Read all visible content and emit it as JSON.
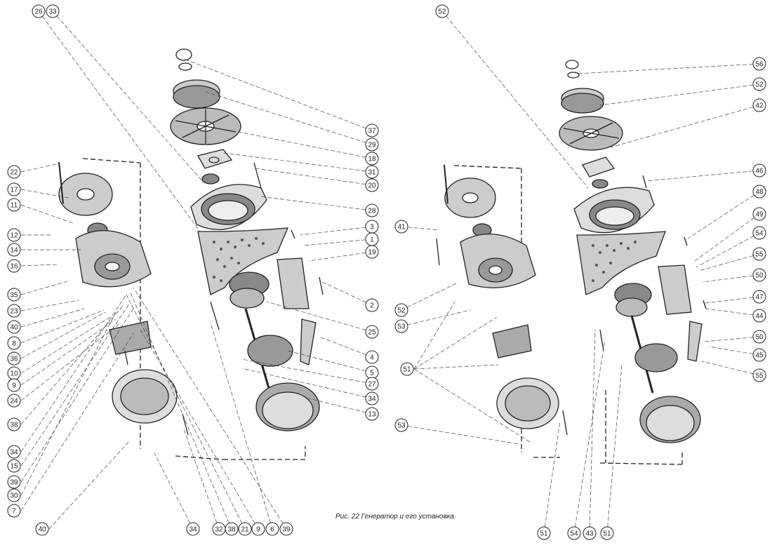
{
  "caption": "Рис. 22 Генератор и его установка.",
  "callouts": [
    "26",
    "33",
    "52",
    "22",
    "17",
    "11",
    "12",
    "14",
    "16",
    "35",
    "23",
    "40",
    "8",
    "36",
    "10",
    "9",
    "24",
    "38",
    "34",
    "15",
    "39",
    "30",
    "7",
    "40",
    "34",
    "32",
    "38",
    "21",
    "9",
    "6",
    "39",
    "37",
    "29",
    "18",
    "31",
    "20",
    "28",
    "3",
    "1",
    "19",
    "2",
    "25",
    "4",
    "5",
    "27",
    "34",
    "13",
    "41",
    "52",
    "53",
    "51",
    "53",
    "56",
    "52",
    "42",
    "46",
    "48",
    "49",
    "54",
    "55",
    "50",
    "47",
    "44",
    "50",
    "45",
    "55",
    "51",
    "54",
    "43",
    "51"
  ]
}
